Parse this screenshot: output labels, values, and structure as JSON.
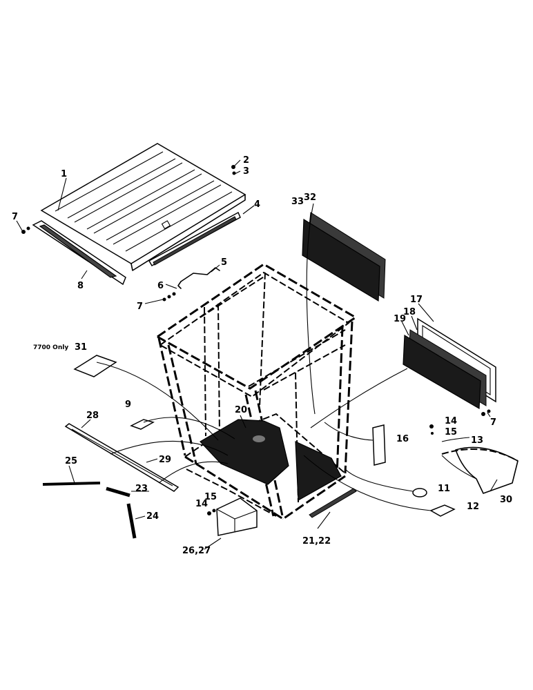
{
  "diagram": {
    "note": "7700 Only",
    "callouts": {
      "c1": "1",
      "c2": "2",
      "c3": "3",
      "c4": "4",
      "c5": "5",
      "c6": "6",
      "c7a": "7",
      "c7b": "7",
      "c7c": "7",
      "c8": "8",
      "c9": "9",
      "c11": "11",
      "c12": "12",
      "c13": "13",
      "c14a": "14",
      "c14b": "14",
      "c15a": "15",
      "c15b": "15",
      "c16": "16",
      "c17": "17",
      "c18": "18",
      "c19": "19",
      "c20": "20",
      "c21_22": "21,22",
      "c23": "23",
      "c24": "24",
      "c25": "25",
      "c26_27": "26,27",
      "c28": "28",
      "c29": "29",
      "c30": "30",
      "c31": "31",
      "c32": "32",
      "c33": "33"
    }
  }
}
